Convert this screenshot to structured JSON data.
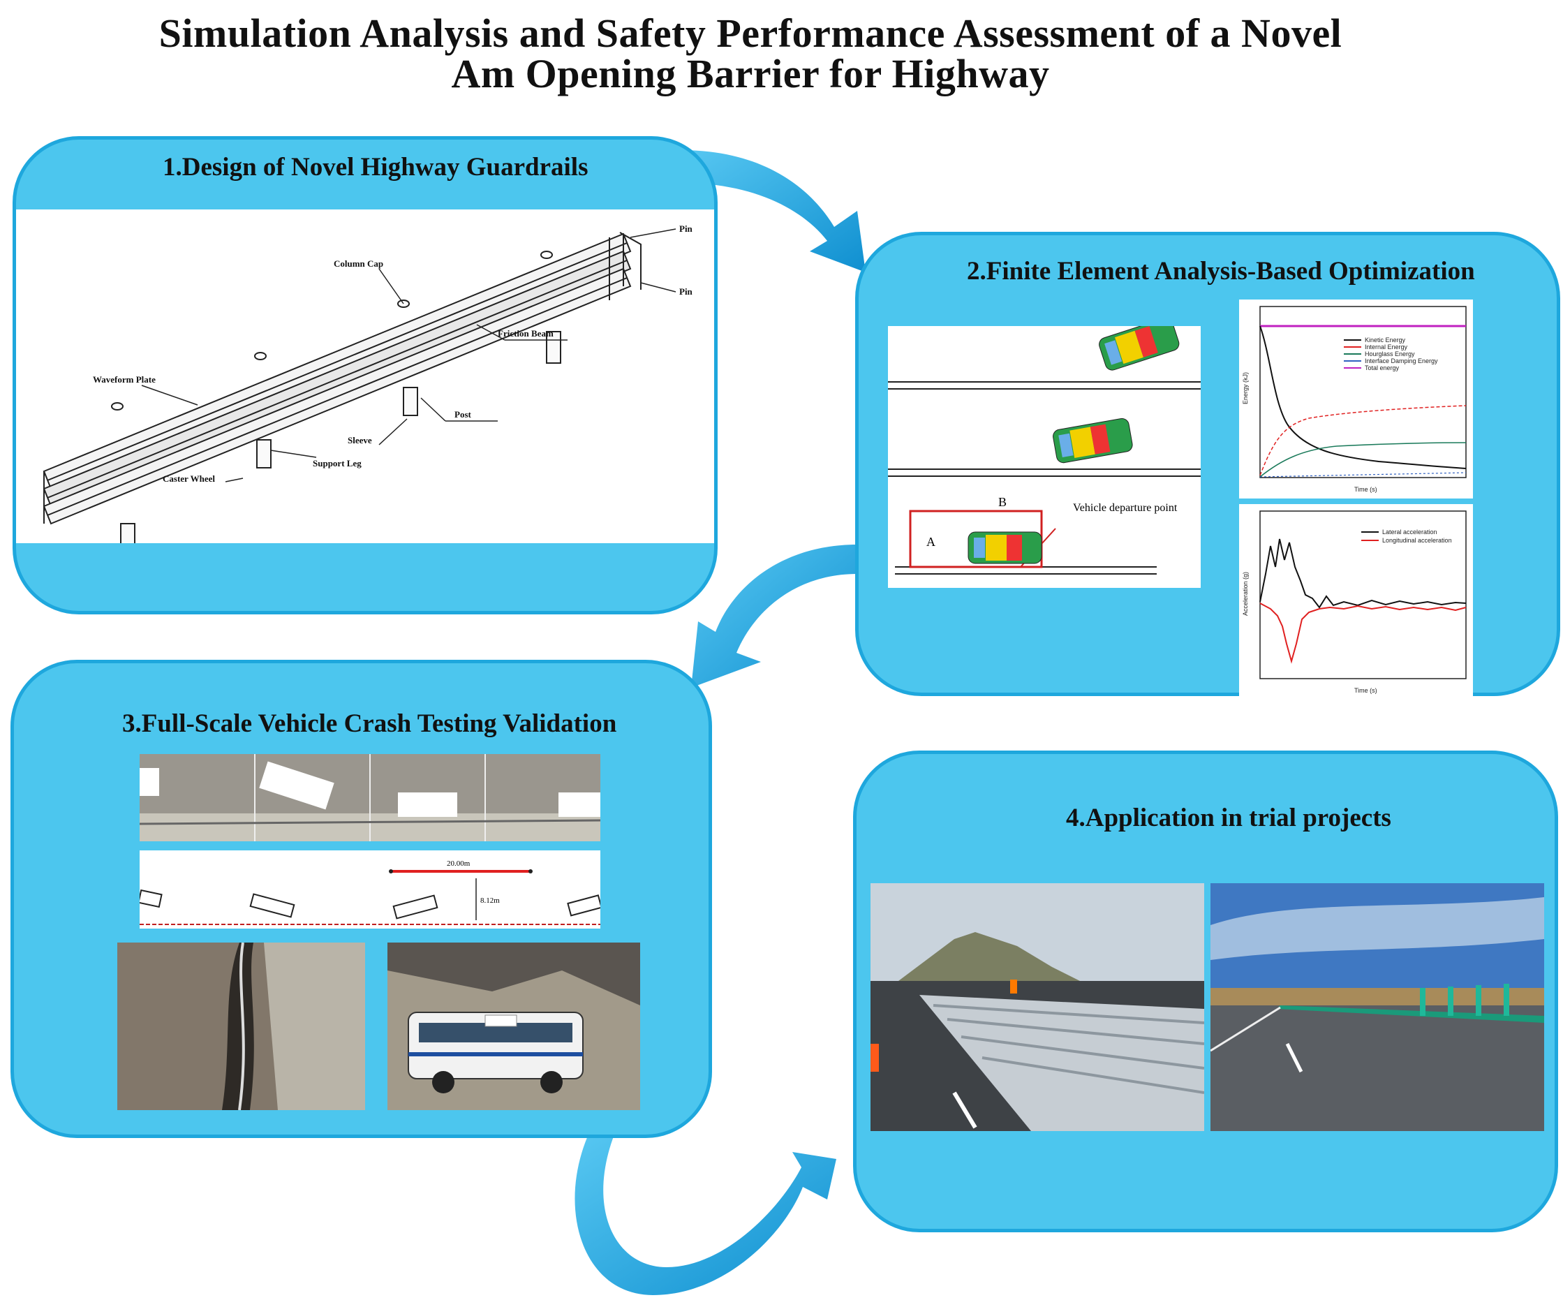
{
  "title": {
    "line1": "Simulation Analysis and Safety Performance Assessment of a Novel",
    "line2": "Am Opening Barrier for Highway"
  },
  "panels": {
    "p1": {
      "title": "1.Design of Novel Highway Guardrails",
      "labels": {
        "pin_top": "Pin",
        "pin_bottom": "Pin",
        "column_cap": "Column Cap",
        "waveform_plate": "Waveform Plate",
        "friction_beam": "Friction Beam",
        "post": "Post",
        "sleeve": "Sleeve",
        "support_leg": "Support Leg",
        "caster_wheel": "Caster Wheel"
      }
    },
    "p2": {
      "title": "2.Finite Element Analysis-Based Optimization",
      "labels": {
        "a": "A",
        "b": "B",
        "departure": "Vehicle departure point"
      },
      "energy_chart": {
        "xlabel": "Time (s)",
        "ylabel": "Energy (kJ)",
        "legend": [
          "Kinetic Energy",
          "Internal Energy",
          "Hourglass Energy",
          "Interface Damping Energy",
          "Total energy"
        ]
      },
      "accel_chart": {
        "xlabel": "Time (s)",
        "ylabel": "Acceleration (g)",
        "legend": [
          "Lateral acceleration",
          "Longitudinal acceleration"
        ]
      }
    },
    "p3": {
      "title": "3.Full-Scale Vehicle Crash Testing Validation",
      "dim_length": "20.00m",
      "dim_width": "8.12m"
    },
    "p4": {
      "title": "4.Application in trial projects"
    }
  },
  "colors": {
    "panel_fill": "#4cc6ee",
    "panel_border": "#1ea7dd",
    "arrow": "#1aa3de",
    "series_red": "#e02020",
    "series_magenta": "#c020c0"
  }
}
